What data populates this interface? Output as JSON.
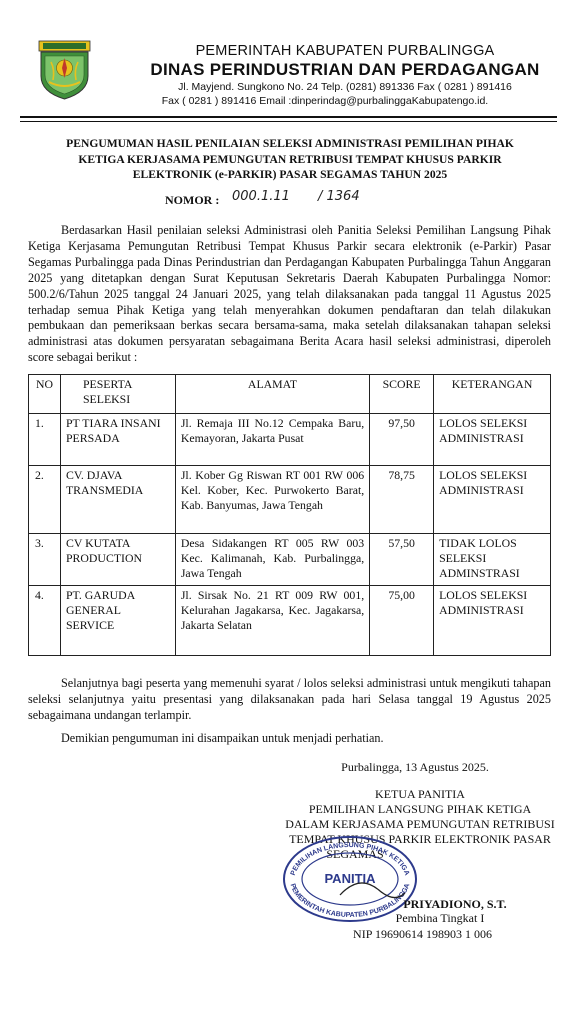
{
  "kop": {
    "line1": "PEMERINTAH KABUPATEN PURBALINGGA",
    "line2": "DINAS PERINDUSTRIAN DAN PERDAGANGAN",
    "line3": "Jl. Mayjend. Sungkono No. 24 Telp. (0281) 891336 Fax ( 0281 ) 891416",
    "line4": "Fax ( 0281 ) 891416   Email :dinperindag@purbalinggaKabupatengo.id."
  },
  "title": {
    "line1": "PENGUMUMAN HASIL PENILAIAN SELEKSI ADMINISTRASI PEMILIHAN PIHAK",
    "line2": "KETIGA KERJASAMA PEMUNGUTAN RETRIBUSI TEMPAT KHUSUS PARKIR",
    "line3": "ELEKTRONIK (e-PARKIR) PASAR SEGAMAS TAHUN 2025"
  },
  "nomor": {
    "label": "NOMOR :",
    "hw_number": "000.1.11",
    "hw_seq": "/ 1364"
  },
  "paragraph1": "Berdasarkan Hasil penilaian seleksi Administrasi oleh Panitia Seleksi Pemilihan Langsung Pihak Ketiga Kerjasama Pemungutan Retribusi Tempat Khusus Parkir secara elektronik (e-Parkir) Pasar Segamas Purbalingga pada Dinas Perindustrian dan Perdagangan Kabupaten Purbalingga Tahun Anggaran 2025 yang ditetapkan dengan Surat Keputusan Sekretaris Daerah Kabupaten Purbalingga Nomor: 500.2/6/Tahun 2025 tanggal 24 Januari 2025, yang telah dilaksanakan pada tanggal 11 Agustus 2025 terhadap semua Pihak Ketiga yang telah menyerahkan dokumen pendaftaran dan telah dilakukan pembukaan dan pemeriksaan berkas secara bersama-sama, maka setelah dilaksanakan tahapan seleksi administrasi atas dokumen persyaratan sebagaimana Berita Acara hasil seleksi administrasi, diperoleh score sebagai berikut :",
  "table": {
    "headers": {
      "no": "NO",
      "peserta": "PESERTA SELEKSI",
      "alamat": "ALAMAT",
      "score": "SCORE",
      "keterangan": "KETERANGAN"
    },
    "rows": [
      {
        "no": "1.",
        "peserta": "PT TIARA INSANI PERSADA",
        "alamat": "Jl. Remaja III No.12 Cempaka Baru, Kemayoran, Jakarta Pusat",
        "score": "97,50",
        "keterangan": "LOLOS SELEKSI ADMINISTRASI"
      },
      {
        "no": "2.",
        "peserta": "CV. DJAVA TRANSMEDIA",
        "alamat": "Jl. Kober Gg Riswan RT 001 RW 006 Kel. Kober, Kec. Purwokerto Barat, Kab. Banyumas, Jawa Tengah",
        "score": "78,75",
        "keterangan": "LOLOS SELEKSI ADMINISTRASI"
      },
      {
        "no": "3.",
        "peserta": "CV KUTATA PRODUCTION",
        "alamat": "Desa Sidakangen RT 005 RW 003 Kec. Kalimanah, Kab. Purbalingga, Jawa Tengah",
        "score": "57,50",
        "keterangan": "TIDAK LOLOS SELEKSI ADMINSTRASI"
      },
      {
        "no": "4.",
        "peserta": "PT. GARUDA GENERAL SERVICE",
        "alamat": "Jl. Sirsak No. 21 RT 009 RW 001, Kelurahan Jagakarsa, Kec. Jagakarsa, Jakarta Selatan",
        "score": "75,00",
        "keterangan": "LOLOS SELEKSI ADMINISTRASI"
      }
    ]
  },
  "paragraph2": "Selanjutnya bagi peserta yang memenuhi syarat / lolos seleksi administrasi untuk mengikuti tahapan seleksi selanjutnya yaitu presentasi yang dilaksanakan pada hari Selasa tanggal 19 Agustus 2025 sebagaimana undangan terlampir.",
  "paragraph3": "Demikian pengumuman ini disampaikan untuk menjadi perhatian.",
  "signature": {
    "place_date": "Purbalingga, 13 Agustus 2025.",
    "role1": "KETUA PANITIA",
    "role2": "PEMILIHAN LANGSUNG PIHAK KETIGA",
    "role3": "DALAM KERJASAMA PEMUNGUTAN RETRIBUSI",
    "role4": "TEMPAT KHUSUS PARKIR ELEKTRONIK PASAR",
    "role5": "SEGAMAS",
    "name": "PRIYADIONO, S.T.",
    "rank": "Pembina Tingkat I",
    "nip": "NIP 19690614 198903 1 006"
  },
  "stamp": {
    "center": "PANITIA",
    "ring_top": "PEMILIHAN LANGSUNG PIHAK KETIGA",
    "ring_bottom": "PEMERINTAH KABUPATEN PURBALINGGA"
  },
  "colors": {
    "stamp": "#2d3a8c",
    "logo_green": "#3f8f3a",
    "logo_yellow": "#e8c21d"
  }
}
